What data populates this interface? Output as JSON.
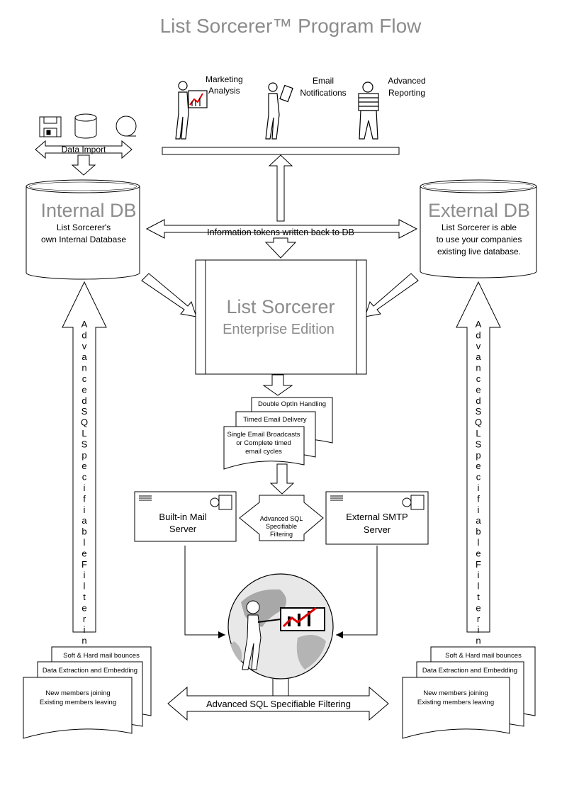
{
  "title": "List Sorcerer™ Program Flow",
  "top": {
    "marketing_l1": "Marketing",
    "marketing_l2": "Analysis",
    "email_l1": "Email",
    "email_l2": "Notifications",
    "advanced_l1": "Advanced",
    "advanced_l2": "Reporting"
  },
  "data_import": "Data Import",
  "internal_db": {
    "title": "Internal DB",
    "line1": "List Sorcerer's",
    "line2": "own Internal Database"
  },
  "external_db": {
    "title": "External DB",
    "line1": "List Sorcerer is able",
    "line2": "to use your companies",
    "line3": "existing live database."
  },
  "tokens": "Information tokens written back to DB",
  "core": {
    "title": "List Sorcerer",
    "subtitle": "Enterprise Edition"
  },
  "docs": {
    "d1": "Double OptIn Handling",
    "d2": "Timed Email Delivery",
    "d3_l1": "Single Email Broadcasts",
    "d3_l2": "or Complete timed",
    "d3_l3": "email cycles"
  },
  "builtin_mail": {
    "line1": "Built-in Mail",
    "line2": "Server"
  },
  "external_smtp": {
    "line1": "External SMTP",
    "line2": "Server"
  },
  "mid_filter": {
    "line1": "Advanced SQL",
    "line2": "Specifiable",
    "line3": "Filtering"
  },
  "vertical_label": "Advanced SQL Specifiable Filtering",
  "bottom_arrow": "Advanced SQL Specifiable Filtering",
  "stacks": {
    "s1": "Soft & Hard mail bounces",
    "s2": "Data Extraction and Embedding",
    "s3_l1": "New members joining",
    "s3_l2": "Existing members leaving"
  }
}
